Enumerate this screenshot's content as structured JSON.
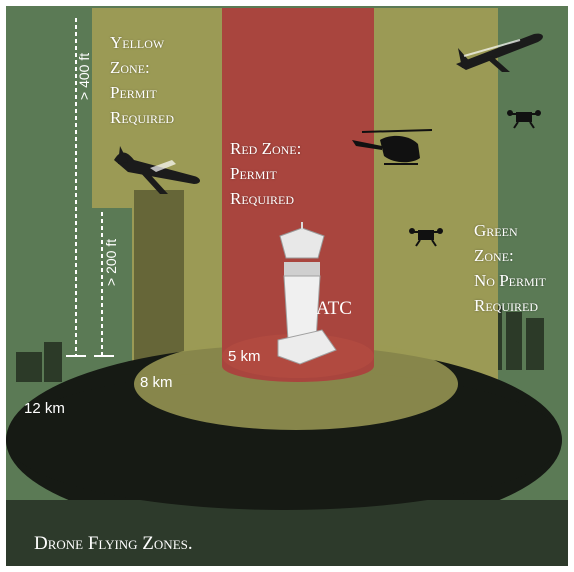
{
  "colors": {
    "green_zone": "#5b7a55",
    "yellow_zone": "#9b9a55",
    "red_zone": "#a9453e",
    "ground": "#161a14"
  },
  "zones": {
    "yellow": "Yellow\nZone:\nPermit\nRequired",
    "red": "Red Zone:\nPermit\nRequired",
    "green": "Green\nZone:\nNo Permit\nRequired"
  },
  "radii": {
    "red": "5 km",
    "yellow": "8 km",
    "green": "12 km"
  },
  "altitudes": {
    "upper": "> 400 ft",
    "lower": "> 200 ft"
  },
  "atc_label": "ATC",
  "title": "Drone Flying Zones.",
  "icons": [
    "airplane-icon",
    "helicopter-icon",
    "drone-icon",
    "control-tower-icon",
    "building-icon"
  ]
}
